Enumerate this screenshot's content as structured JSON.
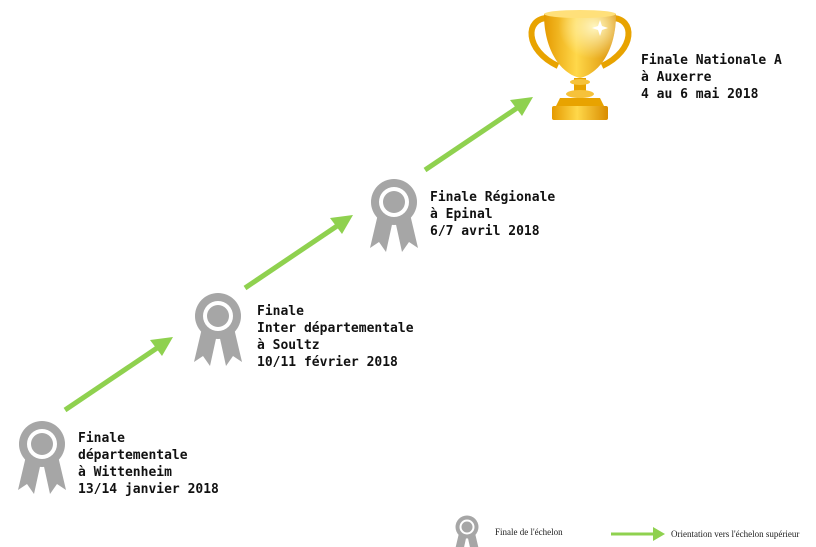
{
  "colors": {
    "arrow": "#8fd14f",
    "medal": "#a6a6a6",
    "trophy_gold": "#f2b705",
    "text": "#111111"
  },
  "stages": [
    {
      "icon": "medal-icon",
      "lines": [
        "Finale",
        "départementale",
        "à Wittenheim",
        "13/14 janvier 2018"
      ]
    },
    {
      "icon": "medal-icon",
      "lines": [
        "Finale",
        "Inter départementale",
        "à Soultz",
        "10/11 février 2018"
      ]
    },
    {
      "icon": "medal-icon",
      "lines": [
        "Finale Régionale",
        "à Epinal",
        "6/7 avril 2018"
      ]
    },
    {
      "icon": "trophy-icon",
      "lines": [
        "Finale Nationale A",
        "à Auxerre",
        "4 au 6 mai 2018"
      ]
    }
  ],
  "legend": {
    "medal_label": "Finale de l'échelon",
    "arrow_label": "Orientation vers l'échelon supérieur"
  }
}
